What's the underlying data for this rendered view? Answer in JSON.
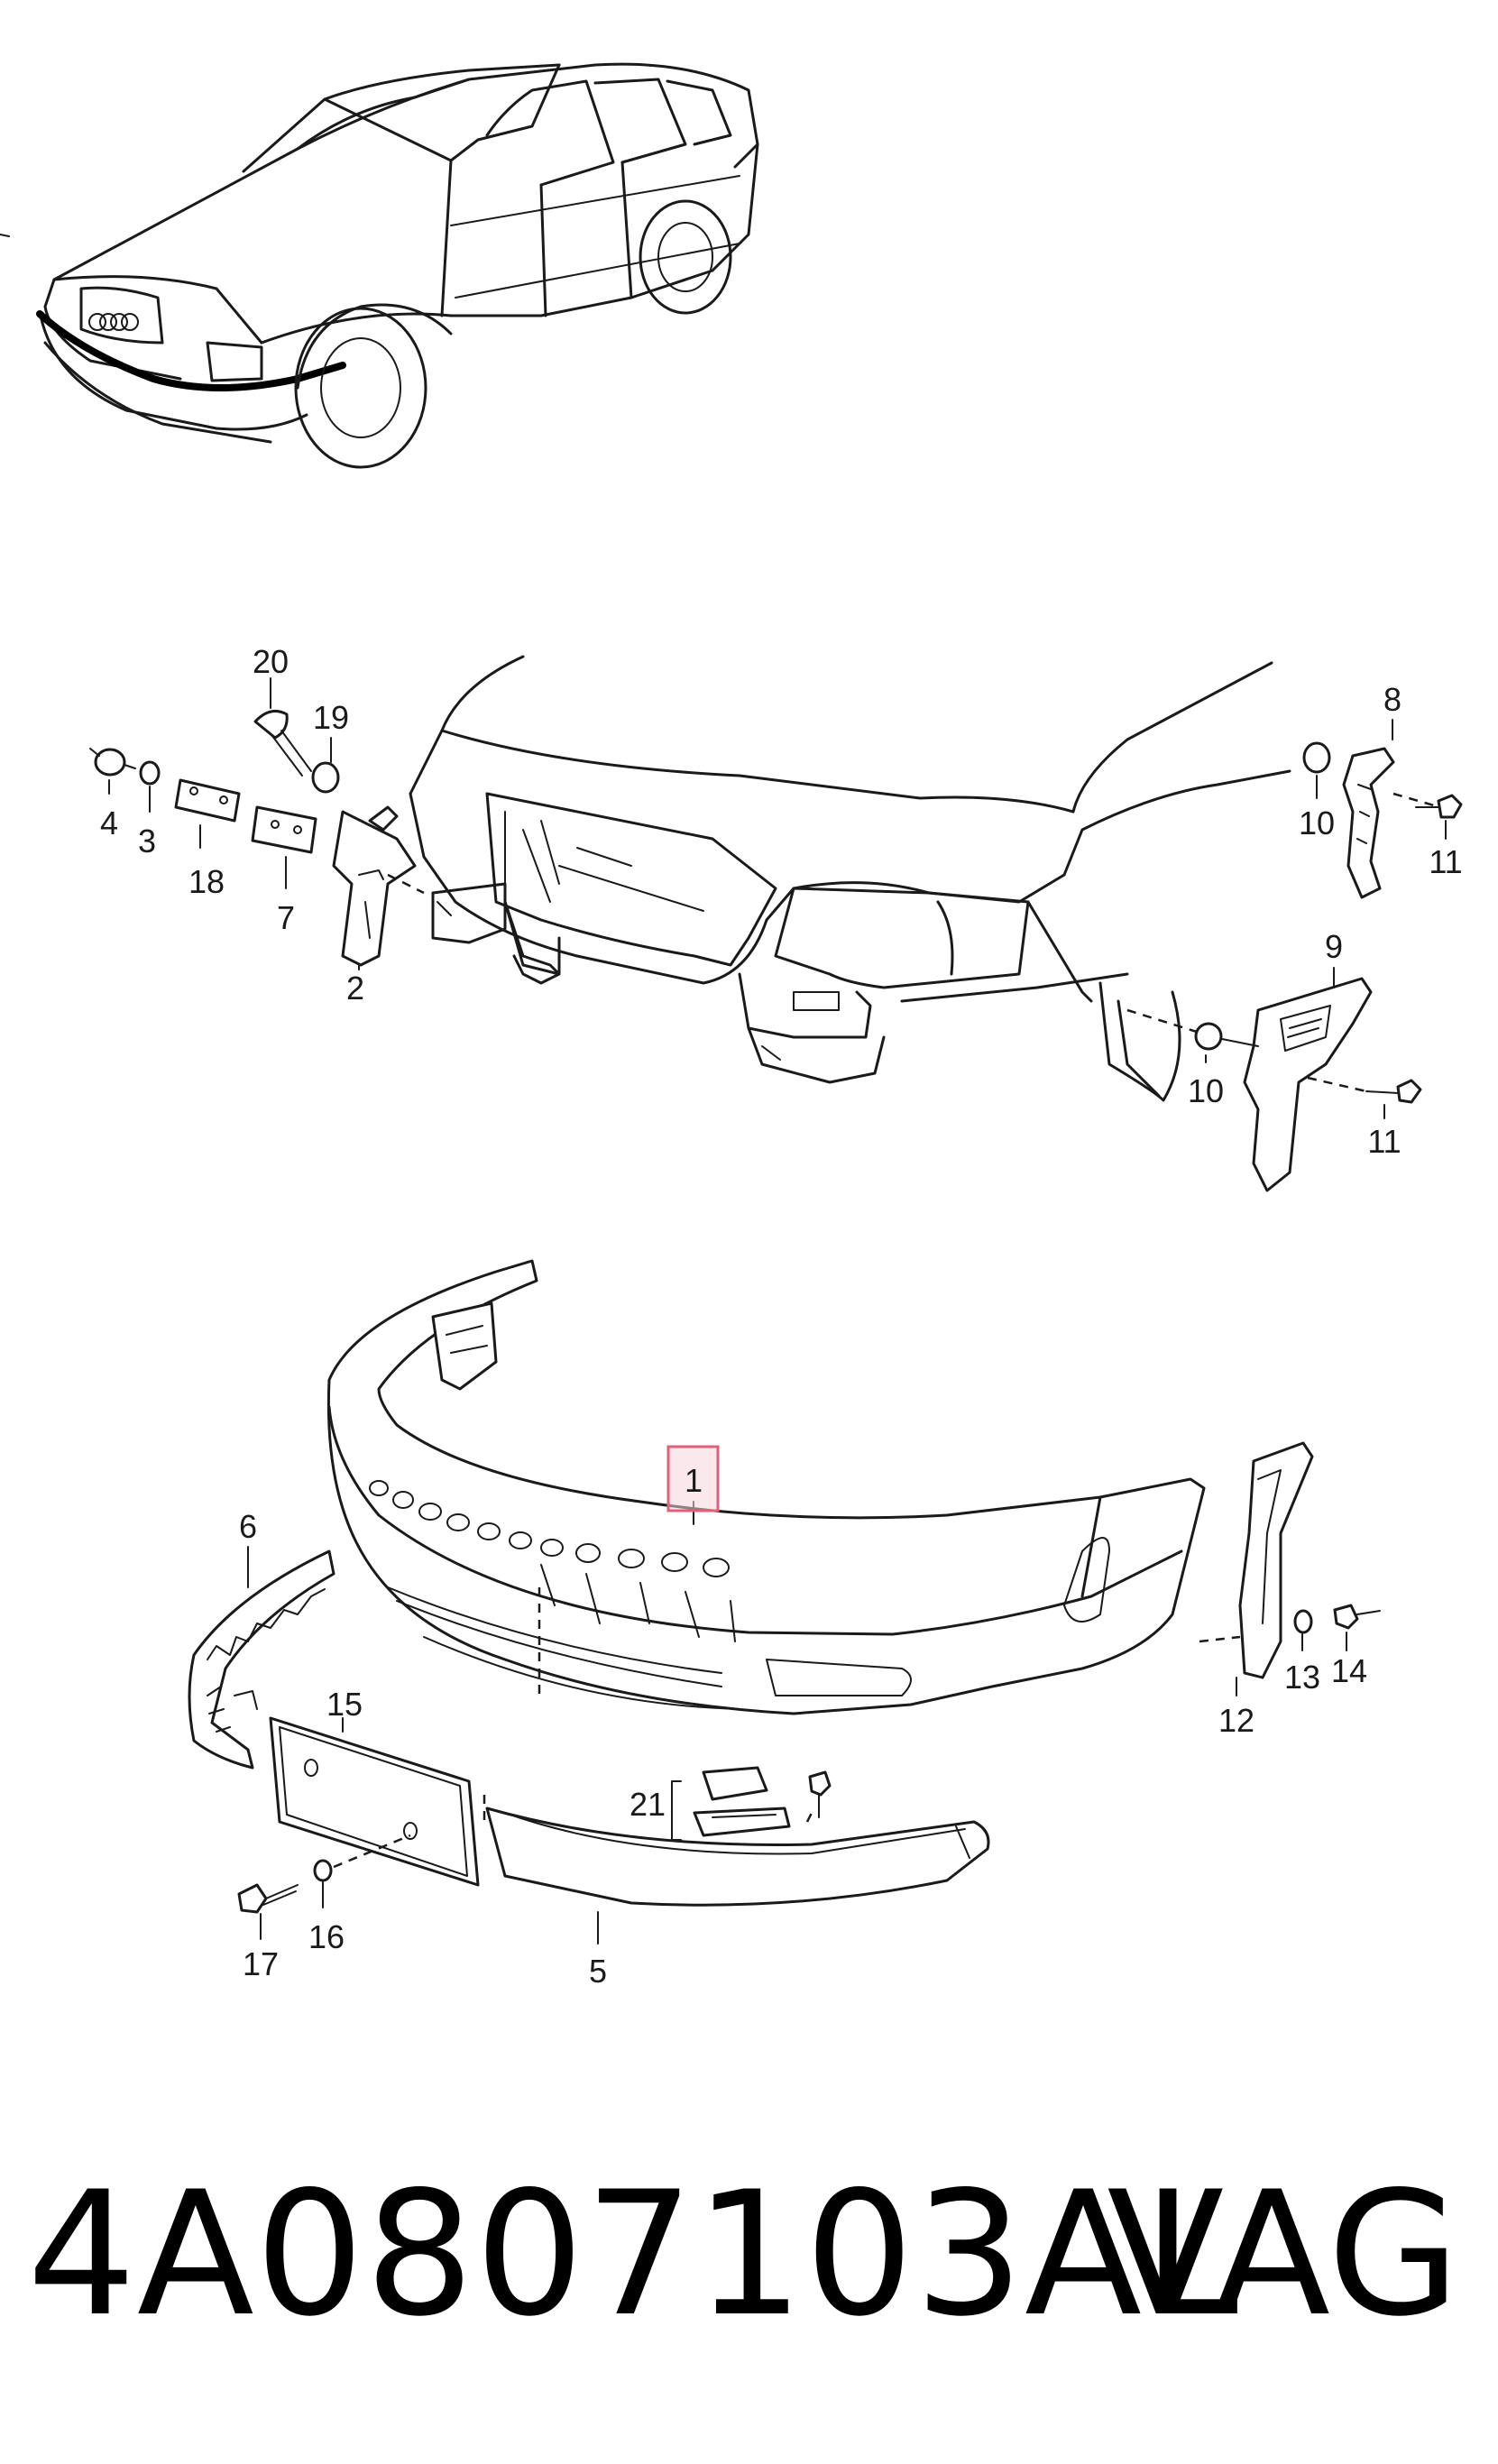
{
  "diagram": {
    "labels": {
      "p1": "1",
      "p2": "2",
      "p3": "3",
      "p4": "4",
      "p5": "5",
      "p6": "6",
      "p7": "7",
      "p8": "8",
      "p9": "9",
      "p10a": "10",
      "p10b": "10",
      "p11a": "11",
      "p11b": "11",
      "p12": "12",
      "p13": "13",
      "p14": "14",
      "p15": "15",
      "p16": "16",
      "p17": "17",
      "p18": "18",
      "p19": "19",
      "p20": "20",
      "p21": "21"
    },
    "highlighted_callout": "1",
    "highlight_color": "#e0607a"
  },
  "footer": {
    "part_number": "4A0807103AL",
    "brand": "VAG"
  }
}
